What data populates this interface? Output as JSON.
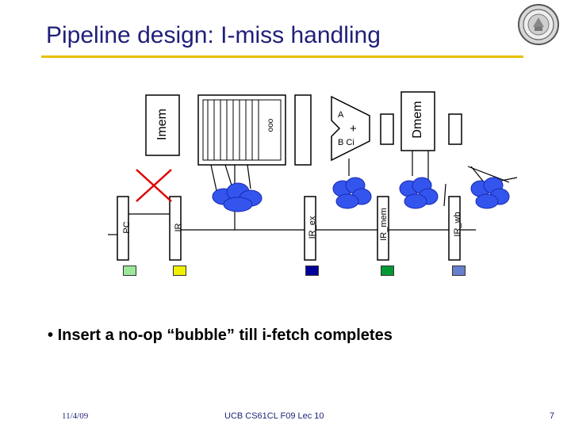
{
  "slide": {
    "title": "Pipeline design: I-miss handling",
    "bullet": "Insert a no-op “bubble” till i-fetch completes",
    "footer_date": "11/4/09",
    "footer_course": "UCB CS61CL F09 Lec 10",
    "page_number": "7"
  },
  "diagram": {
    "imem_label": "Imem",
    "dmem_label": "Dmem",
    "alu_a_label": "A",
    "alu_plus_label": "+",
    "alu_b_label": "B Ci",
    "ellipsis": "ooo",
    "reg_labels": {
      "pc": "PC",
      "ir": "IR",
      "ir_ex": "IR_ex",
      "ir_mem": "IR_mem",
      "ir_wb": "IR_wb"
    },
    "indicator_colors": {
      "pc": "#9be89b",
      "ir": "#f0f000",
      "ir_ex": "#000099",
      "ir_mem": "#009933",
      "ir_wb": "#6680cc"
    },
    "miss_mark_color": "#e00000",
    "cloud_color": "#3355ee",
    "accent_color": "#1f1f7a"
  }
}
